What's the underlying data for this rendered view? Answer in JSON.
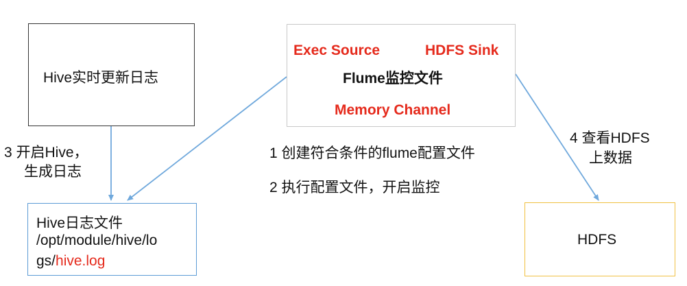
{
  "hive_box": {
    "text": "Hive实时更新日志"
  },
  "flume_box": {
    "exec_source": "Exec Source",
    "hdfs_sink": "HDFS Sink",
    "title": "Flume监控文件",
    "memory_channel": "Memory Channel"
  },
  "log_box": {
    "line1": "Hive日志文件",
    "line2": "/opt/module/hive/lo",
    "line3_prefix": "gs/",
    "line3_file": "hive.log"
  },
  "hdfs_box": {
    "text": "HDFS"
  },
  "steps": {
    "step1": "1 创建符合条件的flume配置文件",
    "step2": "2 执行配置文件，开启监控",
    "step3_line1": "3 开启Hive，",
    "step3_line2": "生成日志",
    "step4_line1": "4 查看HDFS",
    "step4_line2": "上数据"
  },
  "colors": {
    "arrow": "#6fa8dc",
    "highlight_text": "#e52a1c",
    "log_border": "#5b9bd5",
    "hdfs_border": "#f0c040"
  }
}
